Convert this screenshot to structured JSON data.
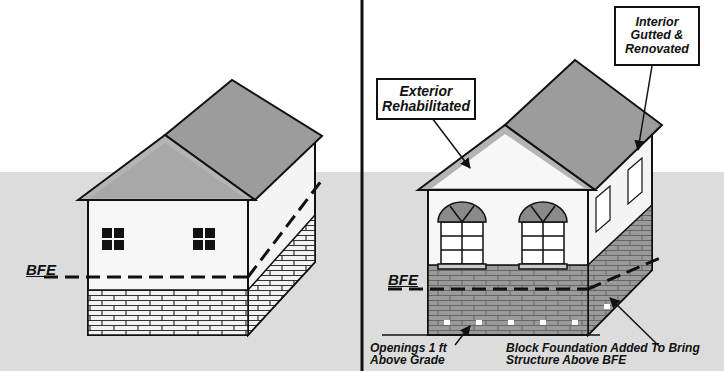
{
  "diagram": {
    "nodes": [
      {
        "text": [
          "Exterior Rehabilitated"
        ]
      },
      {
        "text": [
          "Interior Gutted & Renovated"
        ]
      }
    ],
    "labels": [
      "BFE",
      "BFE",
      "Openings 1 ft Above Grade",
      "Block Foundation Added To Bring Structure Above BFE"
    ]
  }
}
